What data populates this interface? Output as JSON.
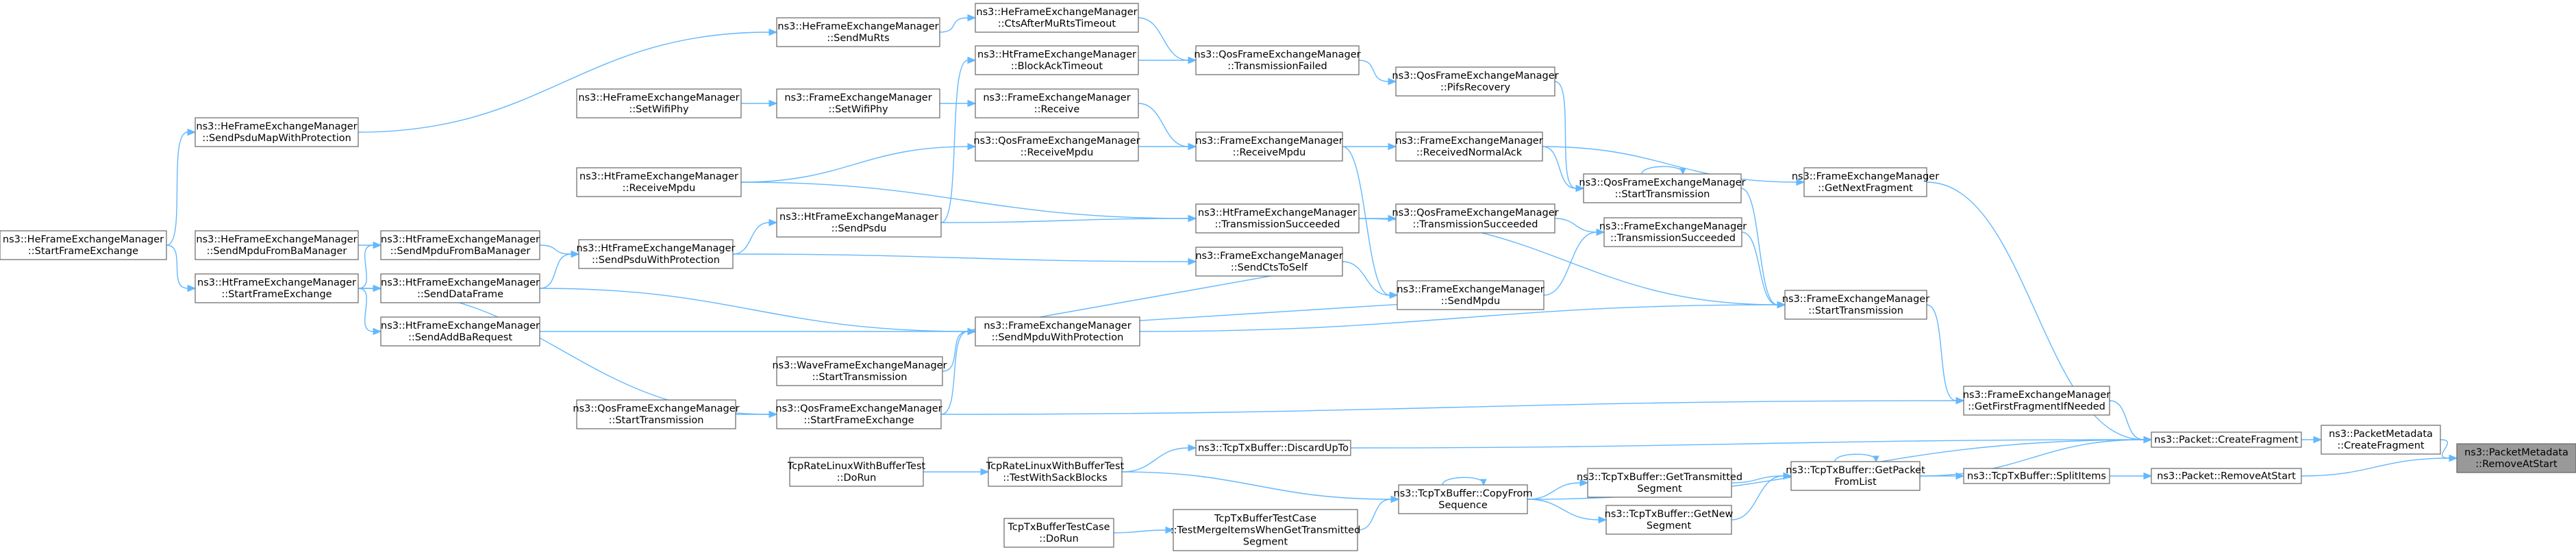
{
  "colors": {
    "edge": "#63b8ff",
    "node_border": "#666666",
    "root_fill": "#999999",
    "node_fill": "#ffffff"
  },
  "nodes": {
    "root": [
      "ns3::PacketMetadata",
      "::RemoveAtStart"
    ],
    "pmCreateFragment": [
      "ns3::PacketMetadata",
      "::CreateFragment"
    ],
    "packetCreateFragment": [
      "ns3::Packet::CreateFragment"
    ],
    "packetRemoveAtStart": [
      "ns3::Packet::RemoveAtStart"
    ],
    "splitItems": [
      "ns3::TcpTxBuffer::SplitItems"
    ],
    "getPacketFromList": [
      "ns3::TcpTxBuffer::GetPacket",
      "FromList"
    ],
    "getTransmittedSegment": [
      "ns3::TcpTxBuffer::GetTransmitted",
      "Segment"
    ],
    "getNewSegment": [
      "ns3::TcpTxBuffer::GetNew",
      "Segment"
    ],
    "copyFromSequence": [
      "ns3::TcpTxBuffer::CopyFrom",
      "Sequence"
    ],
    "discardUpTo": [
      "ns3::TcpTxBuffer::DiscardUpTo"
    ],
    "testWithSackBlocks": [
      "TcpRateLinuxWithBufferTest",
      "::TestWithSackBlocks"
    ],
    "rateDoRun": [
      "TcpRateLinuxWithBufferTest",
      "::DoRun"
    ],
    "testMergeItems": [
      "TcpTxBufferTestCase",
      "::TestMergeItemsWhenGetTransmitted",
      "Segment"
    ],
    "txBufferDoRun": [
      "TcpTxBufferTestCase",
      "::DoRun"
    ],
    "getFirstFragment": [
      "ns3::FrameExchangeManager",
      "::GetFirstFragmentIfNeeded"
    ],
    "getNextFragment": [
      "ns3::FrameExchangeManager",
      "::GetNextFragment"
    ],
    "feStartTransmission": [
      "ns3::FrameExchangeManager",
      "::StartTransmission"
    ],
    "receivedNormalAck": [
      "ns3::FrameExchangeManager",
      "::ReceivedNormalAck"
    ],
    "feTransmissionSucceeded": [
      "ns3::FrameExchangeManager",
      "::TransmissionSucceeded"
    ],
    "qosStartTransmission": [
      "ns3::QosFrameExchangeManager",
      "::StartTransmission"
    ],
    "sendMpdu": [
      "ns3::FrameExchangeManager",
      "::SendMpdu"
    ],
    "qosTransmissionSucceeded": [
      "ns3::QosFrameExchangeManager",
      "::TransmissionSucceeded"
    ],
    "pifsRecovery": [
      "ns3::QosFrameExchangeManager",
      "::PifsRecovery"
    ],
    "sendMpduWithProtection": [
      "ns3::FrameExchangeManager",
      "::SendMpduWithProtection"
    ],
    "sendCtsToSelf": [
      "ns3::FrameExchangeManager",
      "::SendCtsToSelf"
    ],
    "htTransmissionSucceeded": [
      "ns3::HtFrameExchangeManager",
      "::TransmissionSucceeded"
    ],
    "feReceiveMpdu": [
      "ns3::FrameExchangeManager",
      "::ReceiveMpdu"
    ],
    "qosTransmissionFailed": [
      "ns3::QosFrameExchangeManager",
      "::TransmissionFailed"
    ],
    "qosStartFrameExchange": [
      "ns3::QosFrameExchangeManager",
      "::StartFrameExchange"
    ],
    "waveStartTransmission": [
      "ns3::WaveFrameExchangeManager",
      "::StartTransmission"
    ],
    "htSendPsdu": [
      "ns3::HtFrameExchangeManager",
      "::SendPsdu"
    ],
    "htSendPsduWithProtection": [
      "ns3::HtFrameExchangeManager",
      "::SendPsduWithProtection"
    ],
    "qosReceiveMpdu": [
      "ns3::QosFrameExchangeManager",
      "::ReceiveMpdu"
    ],
    "feReceive": [
      "ns3::FrameExchangeManager",
      "::Receive"
    ],
    "feSetWifiPhy": [
      "ns3::FrameExchangeManager",
      "::SetWifiPhy"
    ],
    "blockAckTimeout": [
      "ns3::HtFrameExchangeManager",
      "::BlockAckTimeout"
    ],
    "ctsAfterMuRtsTimeout": [
      "ns3::HeFrameExchangeManager",
      "::CtsAfterMuRtsTimeout"
    ],
    "heSendMuRts": [
      "ns3::HeFrameExchangeManager",
      "::SendMuRts"
    ],
    "qosFEStartTransmission": [
      "ns3::QosFrameExchangeManager",
      "::StartTransmission"
    ],
    "htSendAddBaRequest": [
      "ns3::HtFrameExchangeManager",
      "::SendAddBaRequest"
    ],
    "htSendDataFrame": [
      "ns3::HtFrameExchangeManager",
      "::SendDataFrame"
    ],
    "htSendMpduFromBaManager": [
      "ns3::HtFrameExchangeManager",
      "::SendMpduFromBaManager"
    ],
    "htStartFrameExchange": [
      "ns3::HtFrameExchangeManager",
      "::StartFrameExchange"
    ],
    "heSendMpduFromBaManager": [
      "ns3::HeFrameExchangeManager",
      "::SendMpduFromBaManager"
    ],
    "htReceiveMpdu": [
      "ns3::HtFrameExchangeManager",
      "::ReceiveMpdu"
    ],
    "heSetWifiPhy": [
      "ns3::HeFrameExchangeManager",
      "::SetWifiPhy"
    ],
    "heSendPsduMapWithProtection": [
      "ns3::HeFrameExchangeManager",
      "::SendPsduMapWithProtection"
    ],
    "heStartFrameExchange": [
      "ns3::HeFrameExchangeManager",
      "::StartFrameExchange"
    ]
  }
}
